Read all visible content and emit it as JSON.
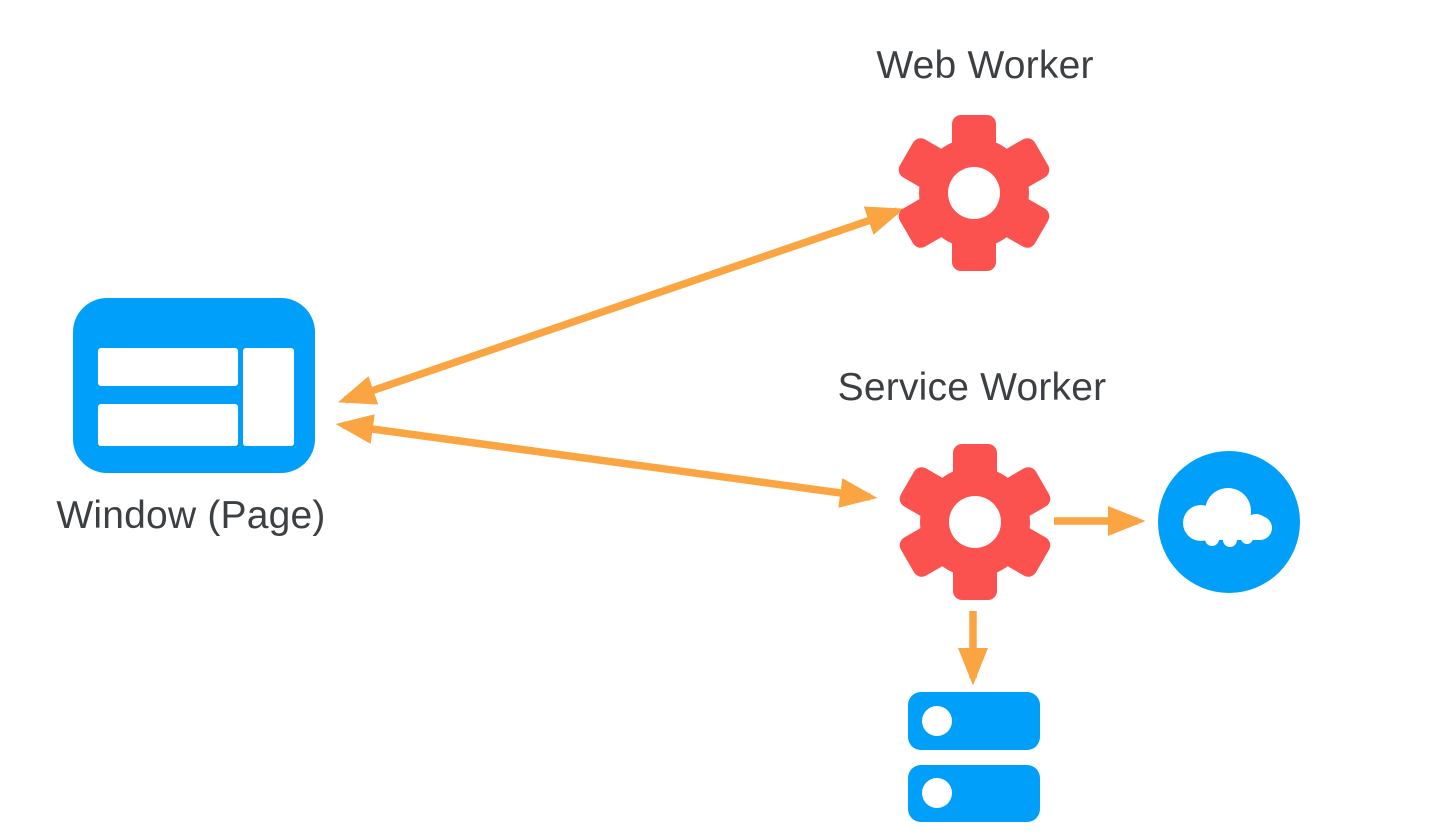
{
  "diagram": {
    "title_implied": "",
    "colors": {
      "blue": "#00A0FA",
      "red": "#FC524F",
      "orange": "#FAA542",
      "text": "#3C4043",
      "background": "#FFFFFF"
    },
    "nodes": {
      "window": {
        "label": "Window (Page)",
        "icon": "browser-window-icon",
        "color": "#00A0FA"
      },
      "web_worker": {
        "label": "Web Worker",
        "icon": "gear-icon",
        "color": "#FC524F"
      },
      "service_worker": {
        "label": "Service Worker",
        "icon": "gear-icon",
        "color": "#FC524F"
      },
      "network": {
        "label": "",
        "icon": "cloud-icon",
        "color": "#00A0FA"
      },
      "storage": {
        "label": "",
        "icon": "database-icon",
        "color": "#00A0FA"
      }
    },
    "edges": [
      {
        "from": "window",
        "to": "web_worker",
        "direction": "bidirectional",
        "color": "#FAA542"
      },
      {
        "from": "window",
        "to": "service_worker",
        "direction": "bidirectional",
        "color": "#FAA542"
      },
      {
        "from": "service_worker",
        "to": "network",
        "direction": "one-way",
        "color": "#FAA542"
      },
      {
        "from": "service_worker",
        "to": "storage",
        "direction": "one-way",
        "color": "#FAA542"
      }
    ]
  }
}
